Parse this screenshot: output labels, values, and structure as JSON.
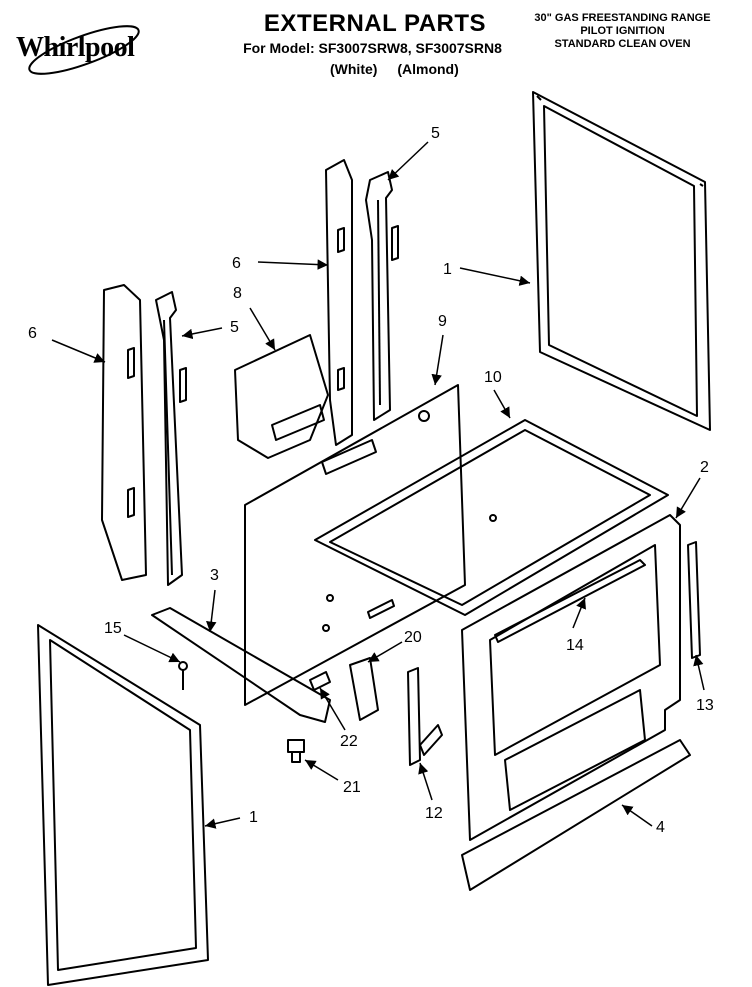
{
  "header": {
    "brand": "Whirlpool",
    "title": "EXTERNAL PARTS",
    "model_line": "For Model: SF3007SRW8, SF3007SRN8",
    "finishes": [
      "(White)",
      "(Almond)"
    ],
    "description": [
      "30\" GAS FREESTANDING RANGE",
      "PILOT IGNITION",
      "STANDARD CLEAN OVEN"
    ]
  },
  "callouts": [
    "5",
    "6",
    "1",
    "8",
    "9",
    "6",
    "5",
    "10",
    "2",
    "3",
    "20",
    "15",
    "14",
    "13",
    "22",
    "21",
    "12",
    "1",
    "4"
  ]
}
